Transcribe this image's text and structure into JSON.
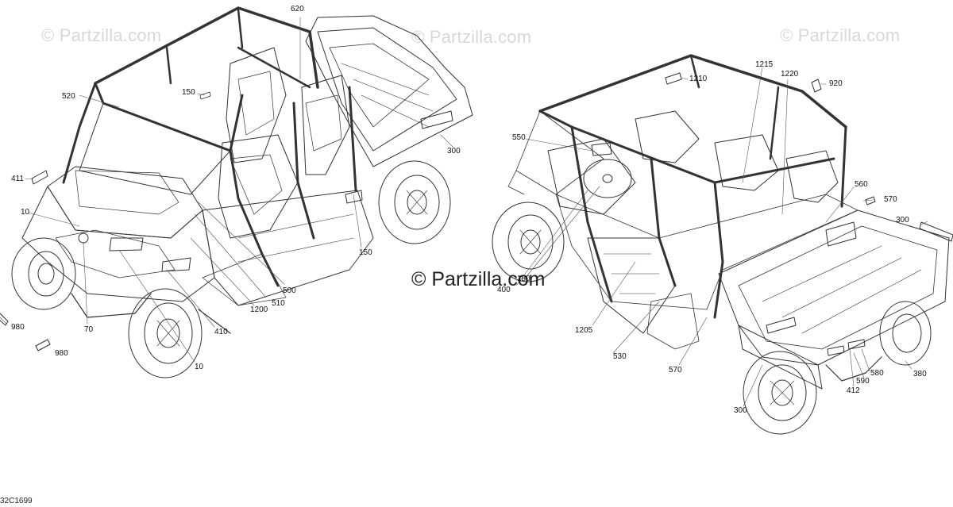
{
  "watermarks": {
    "top_left": "© Partzilla.com",
    "top_center": "© Partzilla.com",
    "top_right": "© Partzilla.com",
    "center": "© Partzilla.com"
  },
  "diagram_code": "32C1699",
  "left_vehicle": {
    "callouts": [
      "620",
      "520",
      "150",
      "300",
      "411",
      "10",
      "150",
      "500",
      "510",
      "1200",
      "980",
      "980",
      "70",
      "410",
      "10"
    ]
  },
  "right_vehicle": {
    "callouts": [
      "1215",
      "1210",
      "1220",
      "920",
      "550",
      "560",
      "570",
      "300",
      "400",
      "180",
      "1205",
      "530",
      "570",
      "412",
      "590",
      "580",
      "380",
      "300"
    ]
  }
}
